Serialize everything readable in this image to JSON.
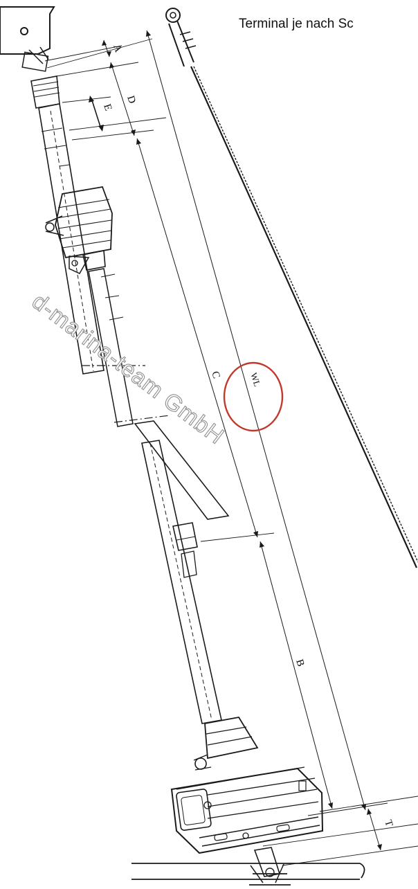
{
  "caption": "Terminal je nach Sc",
  "dimensions": {
    "A": "A",
    "D": "D",
    "E": "E",
    "C": "C",
    "WL": "WL",
    "B": "B",
    "T": "T"
  },
  "watermark": "d-marina-team GmbH",
  "colors": {
    "line": "#1a1a1a",
    "highlight_circle": "#c0392b",
    "watermark_stroke": "#8e8e8e"
  }
}
